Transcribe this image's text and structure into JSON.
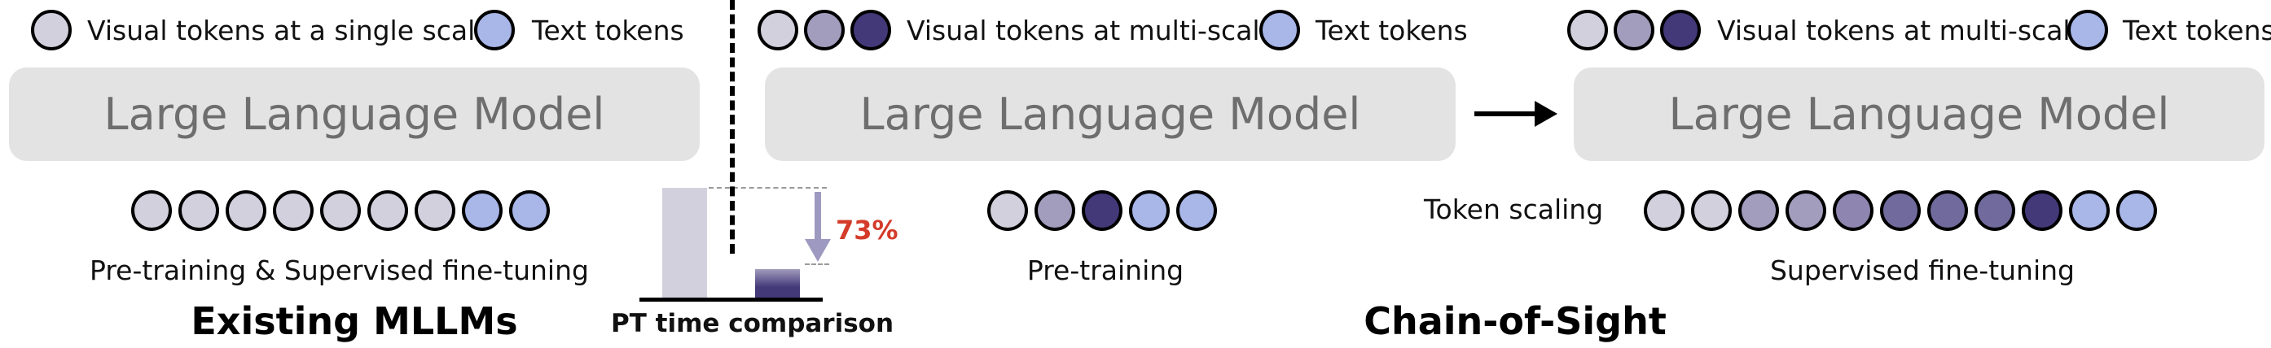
{
  "colors": {
    "single_scale": "#d3d0de",
    "scale_1": "#d3d0de",
    "scale_2": "#a29cbd",
    "scale_3": "#8e86b0",
    "scale_4": "#716a9c",
    "scale_5": "#433878",
    "text_token": "#a8b6e8",
    "llm_box": "#e3e3e3",
    "llm_text": "#6e6e6e",
    "reduction_red": "#d43b2a",
    "arrow_purple": "#9e99c0",
    "bar_pretrain_short": "#433878"
  },
  "existing": {
    "legend_visual": "Visual tokens at a single scale",
    "legend_text": "Text tokens",
    "llm_label": "Large Language Model",
    "tokens": [
      "single",
      "single",
      "single",
      "single",
      "single",
      "single",
      "single",
      "text",
      "text"
    ],
    "caption": "Pre-training & Supervised fine-tuning",
    "heading": "Existing MLLMs"
  },
  "comparison": {
    "caption": "PT time comparison",
    "reduction_label": "73%",
    "reduction_percent": 73
  },
  "cos": {
    "legend_visual_1": "Visual tokens at multi-scale",
    "legend_text_1": "Text tokens",
    "legend_visual_2": "Visual tokens at multi-scale",
    "legend_text_2": "Text tokens",
    "llm_label_1": "Large Language Model",
    "llm_label_2": "Large Language Model",
    "pretrain_tokens": [
      "s1",
      "s2",
      "s5",
      "text",
      "text"
    ],
    "pretrain_caption": "Pre-training",
    "scaling_label": "Token scaling",
    "sft_tokens": [
      "s1",
      "s1",
      "s2",
      "s2",
      "s3",
      "s4",
      "s4",
      "s4",
      "s5",
      "text",
      "text"
    ],
    "sft_caption": "Supervised fine-tuning",
    "heading": "Chain-of-Sight"
  }
}
